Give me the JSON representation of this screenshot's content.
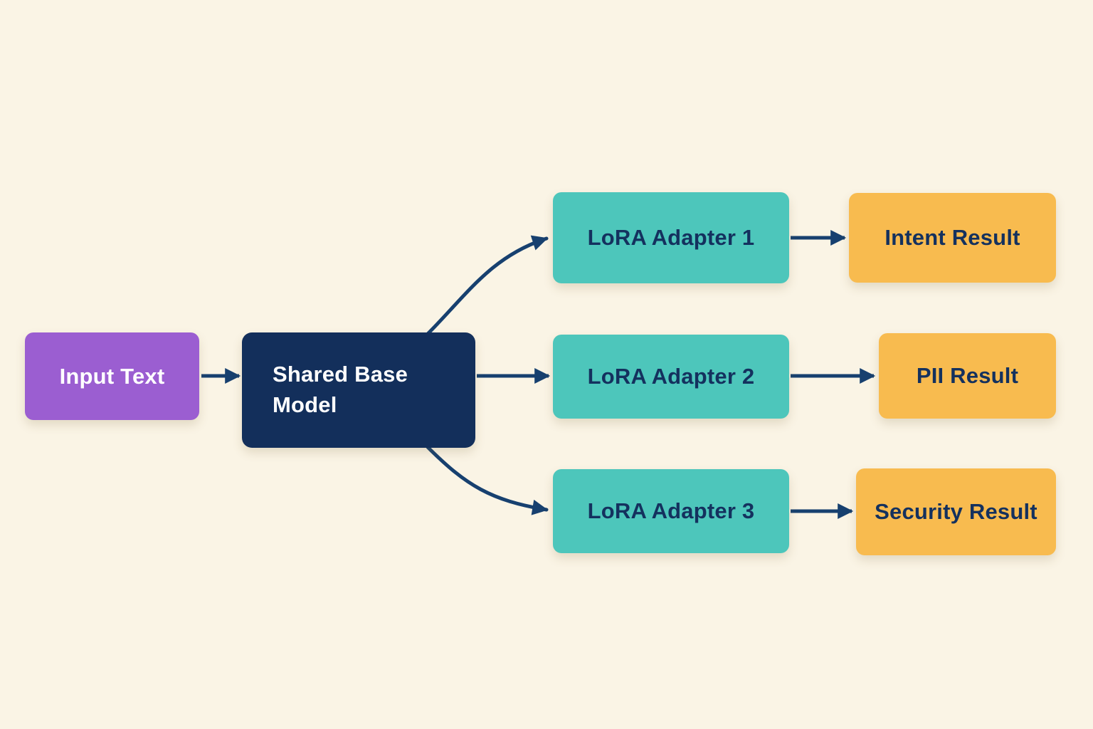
{
  "diagram": {
    "type": "flowchart",
    "background": "#faf4e5",
    "arrow_color": "#17406f",
    "nodes": {
      "input": {
        "label": "Input Text",
        "fill": "#9b5ed1",
        "text_color": "#ffffff"
      },
      "base": {
        "label": "Shared Base Model",
        "fill": "#132f5b",
        "text_color": "#ffffff"
      },
      "adapter1": {
        "label": "LoRA Adapter 1",
        "fill": "#4dc6bb",
        "text_color": "#14315e"
      },
      "adapter2": {
        "label": "LoRA Adapter 2",
        "fill": "#4dc6bb",
        "text_color": "#14315e"
      },
      "adapter3": {
        "label": "LoRA Adapter 3",
        "fill": "#4dc6bb",
        "text_color": "#14315e"
      },
      "result1": {
        "label": "Intent Result",
        "fill": "#f8bb4f",
        "text_color": "#14315e"
      },
      "result2": {
        "label": "PII Result",
        "fill": "#f8bb4f",
        "text_color": "#14315e"
      },
      "result3": {
        "label": "Security Result",
        "fill": "#f8bb4f",
        "text_color": "#14315e"
      }
    },
    "edges": [
      {
        "from": "Input Text",
        "to": "Shared Base Model"
      },
      {
        "from": "Shared Base Model",
        "to": "LoRA Adapter 1"
      },
      {
        "from": "Shared Base Model",
        "to": "LoRA Adapter 2"
      },
      {
        "from": "Shared Base Model",
        "to": "LoRA Adapter 3"
      },
      {
        "from": "LoRA Adapter 1",
        "to": "Intent Result"
      },
      {
        "from": "LoRA Adapter 2",
        "to": "PII Result"
      },
      {
        "from": "LoRA Adapter 3",
        "to": "Security Result"
      }
    ]
  }
}
